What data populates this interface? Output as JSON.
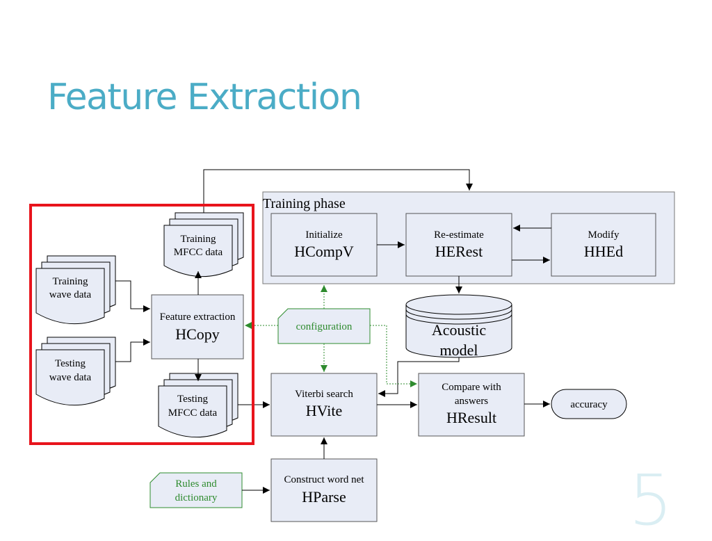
{
  "slide": {
    "title": "Feature Extraction",
    "number": "5"
  },
  "diagram": {
    "training_phase_label": "Training phase",
    "nodes": {
      "training_wave": [
        "Training",
        "wave data"
      ],
      "testing_wave": [
        "Testing",
        "wave data"
      ],
      "training_mfcc": [
        "Training",
        "MFCC data"
      ],
      "testing_mfcc": [
        "Testing",
        "MFCC data"
      ],
      "hcopy": {
        "caption": "Feature extraction",
        "tool": "HCopy"
      },
      "hcompv": {
        "caption": "Initialize",
        "tool": "HCompV"
      },
      "herest": {
        "caption": "Re-estimate",
        "tool": "HERest"
      },
      "hhed": {
        "caption": "Modify",
        "tool": "HHEd"
      },
      "acoustic_model": [
        "Acoustic",
        "model"
      ],
      "configuration": "configuration",
      "hvite": {
        "caption": "Viterbi search",
        "tool": "HVite"
      },
      "hresult": {
        "caption": [
          "Compare with",
          "answers"
        ],
        "tool": "HResult"
      },
      "accuracy": "accuracy",
      "hparse": {
        "caption": "Construct word net",
        "tool": "HParse"
      },
      "rules": [
        "Rules and",
        "dictionary"
      ]
    },
    "colors": {
      "box_fill": "#e8ecf6",
      "box_stroke": "#555555",
      "highlight": "#e8141c",
      "config_green": "#2e8b2e",
      "title_teal": "#4bacc6"
    }
  }
}
